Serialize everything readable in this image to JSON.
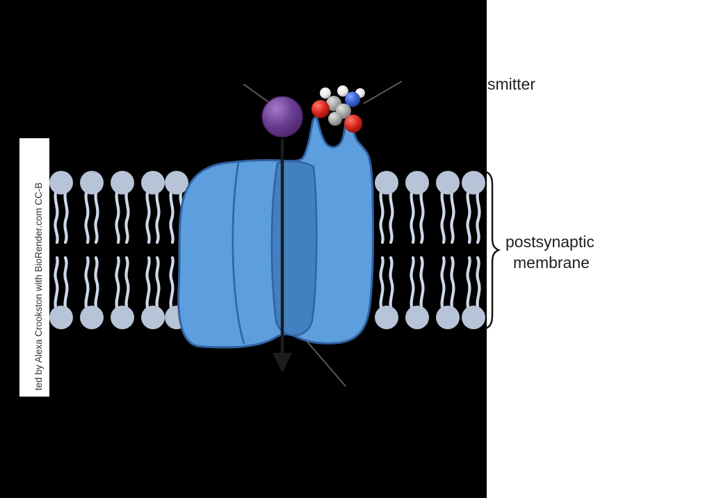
{
  "labels": {
    "neurotransmitter": "smitter",
    "postsynaptic_membrane_line1": "postsynaptic",
    "postsynaptic_membrane_line2": "membrane",
    "attribution": "ted by Alexa Crookston with BioRender.com CC-B"
  },
  "colors": {
    "background": "#000000",
    "panel_white": "#ffffff",
    "lipid_head": "#b7c3d6",
    "lipid_tail": "#cdd8e7",
    "protein_fill": "#5c9ede",
    "protein_pore": "#4181c2",
    "protein_outline": "#31619f",
    "ion_purple": "#6a3e93",
    "molecule_red": "#d8281c",
    "molecule_blue": "#3a62d9",
    "arrow": "#1c1c1c",
    "label_text": "#1f1f1f"
  },
  "diagram_parts": {
    "ion": "ion-sphere",
    "neurotransmitter": "neurotransmitter-molecule",
    "receptor": "ion-channel-protein",
    "membrane": "lipid-bilayer",
    "flow": "ion-flow-arrow",
    "brace": "membrane-brace"
  }
}
